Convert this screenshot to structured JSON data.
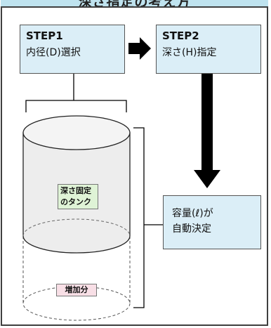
{
  "header": {
    "title": "深さ指定の考え方"
  },
  "steps": [
    {
      "title": "STEP1",
      "desc": "内径(D)選択"
    },
    {
      "title": "STEP2",
      "desc": "深さ(H)指定"
    }
  ],
  "result": {
    "text": "容量(ℓ)が\n自動決定"
  },
  "tank": {
    "fixed_label": "深さ固定\nのタンク",
    "increase_label": "増加分"
  },
  "colors": {
    "box_fill": "#dbeef7",
    "tank_fill": "#ededed",
    "fixed_tag": "#dff3d6",
    "increase_tag": "#f8dfe6",
    "arrow": "#000000"
  }
}
